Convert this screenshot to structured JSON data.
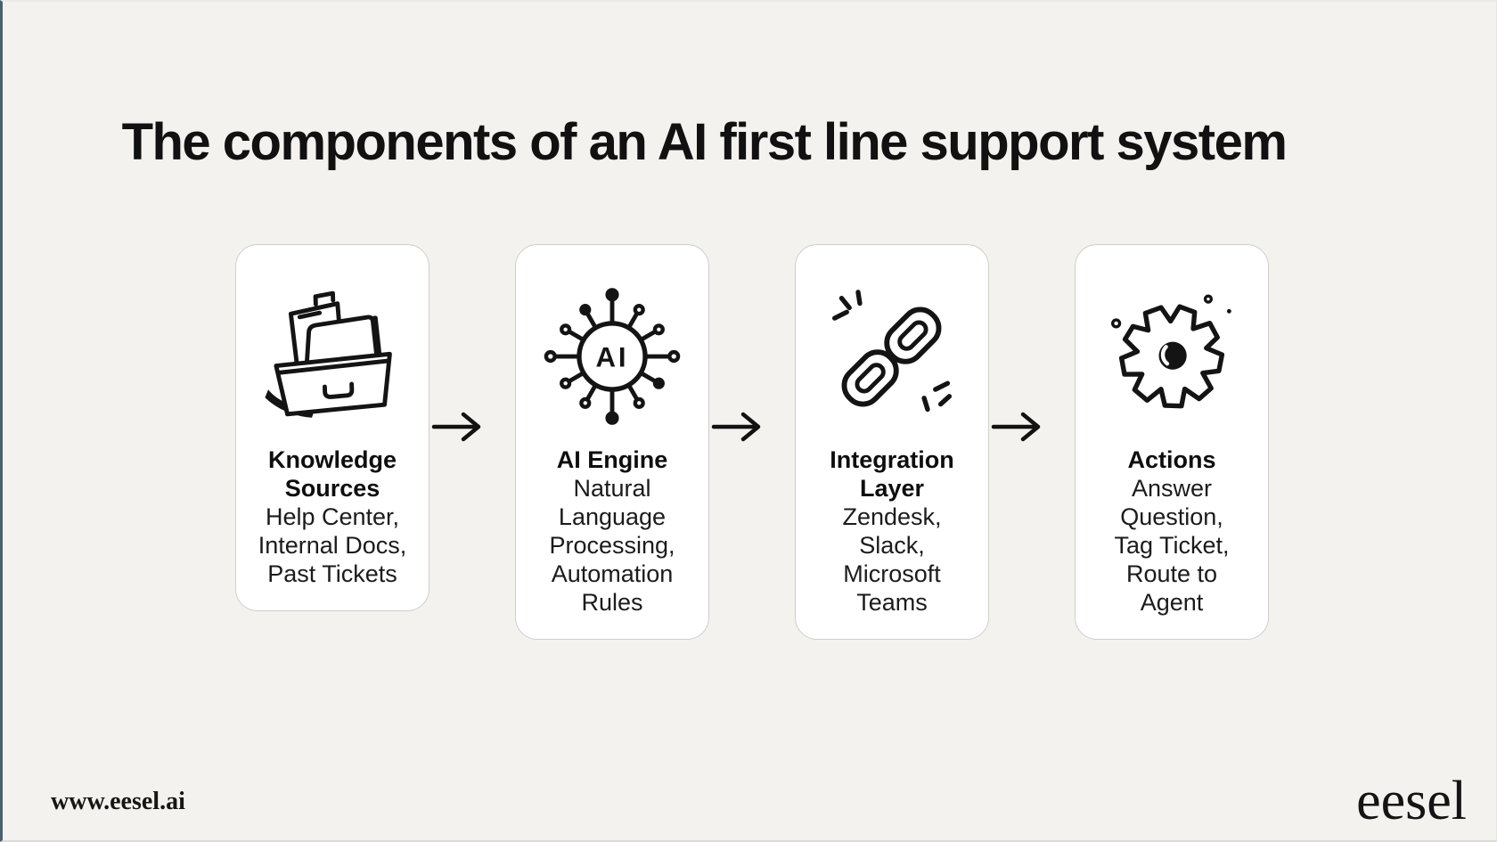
{
  "page": {
    "title": "The components of an AI first line support system",
    "background_color": "#f4f2ef",
    "edge_accent_color": "#48616d",
    "card_background": "#ffffff",
    "text_color": "#1b1b1b",
    "footer": {
      "website": "www.eesel.ai",
      "logo": "eesel"
    }
  },
  "flow": {
    "arrow_icon": "arrow-right-icon",
    "cards": [
      {
        "icon": "archive-box-icon",
        "title": "Knowledge Sources",
        "lines": [
          "Help Center,",
          "Internal Docs,",
          "Past Tickets"
        ]
      },
      {
        "icon": "ai-chip-icon",
        "icon_label": "AI",
        "title": "AI Engine",
        "lines": [
          "Natural",
          "Language",
          "Processing,",
          "Automation",
          "Rules"
        ]
      },
      {
        "icon": "chain-link-icon",
        "title": "Integration Layer",
        "lines": [
          "Zendesk,",
          "Slack,",
          "Microsoft",
          "Teams"
        ]
      },
      {
        "icon": "gear-icon",
        "title": "Actions",
        "lines": [
          "Answer",
          "Question,",
          "Tag Ticket,",
          "Route to",
          "Agent"
        ]
      }
    ]
  }
}
